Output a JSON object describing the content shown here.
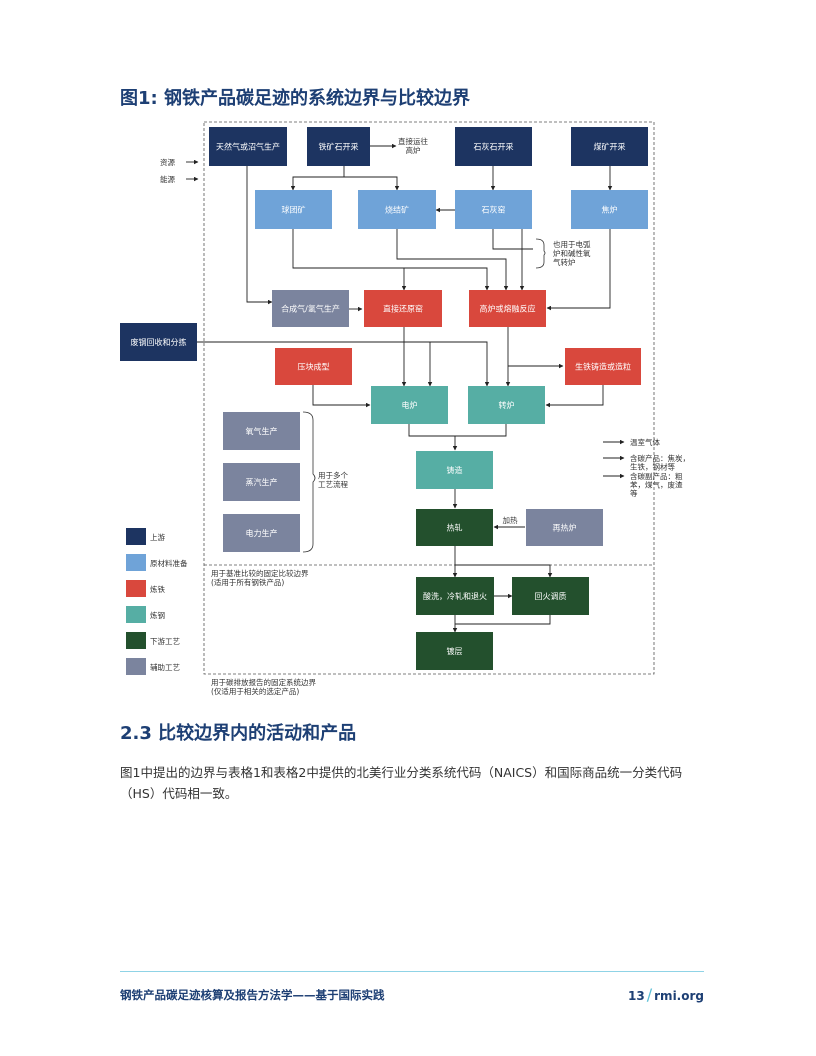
{
  "figure": {
    "title": "图1: 钢铁产品碳足迹的系统边界与比较边界",
    "colors": {
      "upstream": "#1d3461",
      "raw": "#6fa3d8",
      "iron": "#d9483d",
      "steel": "#56aea4",
      "downstream": "#23502d",
      "aux": "#7b849e"
    },
    "nodes": {
      "n_gas": "天然气或沼气生产",
      "n_ore": "铁矿石开采",
      "n_lime": "石灰石开采",
      "n_coal": "煤矿开采",
      "n_pellet": "球团矿",
      "n_sinter": "烧结矿",
      "n_limestone": "石灰窑",
      "n_coke": "焦炉",
      "n_syngas": "合成气/氢气生产",
      "n_dri": "直接还原窑",
      "n_bf": "高炉或熔融反应",
      "n_scrap": "废钢回收和分拣",
      "n_briq": "压块成型",
      "n_pig": "生铁铸造或造粒",
      "n_eaf": "电炉",
      "n_bof": "转炉",
      "n_oxygen": "氧气生产",
      "n_steam": "蒸汽生产",
      "n_power": "电力生产",
      "n_cast": "铸造",
      "n_hot": "热轧",
      "n_reheat": "再热炉",
      "n_pickle": "酸洗，冷轧和退火",
      "n_anneal": "回火调质",
      "n_coat": "镀层"
    },
    "annotations": {
      "direct_ship": [
        "直接运往",
        "高炉"
      ],
      "also_eaf": [
        "也用于电弧",
        "炉和碱性氧",
        "气转炉"
      ],
      "multi_proc": [
        "用于多个",
        "工艺流程"
      ],
      "heating": "加热",
      "inputs_resources": "资源",
      "inputs_energy": "能源",
      "out_ghg": "温室气体",
      "out_carbon": [
        "含碳产品：焦炭，",
        "生铁，钢材等"
      ],
      "out_byprod": [
        "含碳副产品：粗",
        "苯，煤气，废渣",
        "等"
      ],
      "compare_boundary": [
        "用于基准比较的固定比较边界",
        "(适用于所有钢铁产品)"
      ],
      "system_boundary": [
        "用于碳排放报告的固定系统边界",
        "(仅适用于相关的选定产品)"
      ]
    },
    "legend": [
      {
        "key": "upstream",
        "label": "上游"
      },
      {
        "key": "raw",
        "label": "原材料准备"
      },
      {
        "key": "iron",
        "label": "炼铁"
      },
      {
        "key": "steel",
        "label": "炼钢"
      },
      {
        "key": "downstream",
        "label": "下游工艺"
      },
      {
        "key": "aux",
        "label": "辅助工艺"
      }
    ]
  },
  "section": {
    "heading": "2.3 比较边界内的活动和产品",
    "paragraph": "图1中提出的边界与表格1和表格2中提供的北美行业分类系统代码（NAICS）和国际商品统一分类代码（HS）代码相一致。"
  },
  "footer": {
    "left": "钢铁产品碳足迹核算及报告方法学——基于国际实践",
    "page": "13",
    "site": "rmi.org"
  }
}
